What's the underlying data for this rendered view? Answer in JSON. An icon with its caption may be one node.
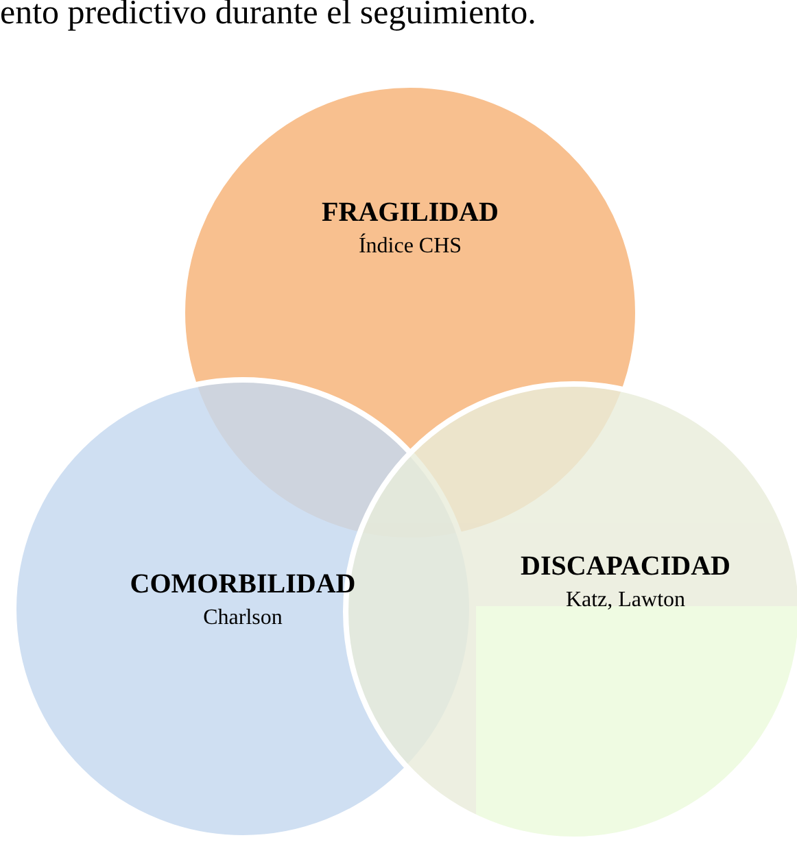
{
  "diagram": {
    "nodes": [
      {
        "text": [
          "FRAGILIDAD",
          "Índice CHS"
        ]
      },
      {
        "text": [
          "COMORBILIDAD",
          "Charlson"
        ]
      },
      {
        "text": [
          "DISCAPACIDAD",
          "Katz, Lawton"
        ]
      }
    ],
    "labels": [
      "ento predictivo durante el seguimiento."
    ]
  }
}
